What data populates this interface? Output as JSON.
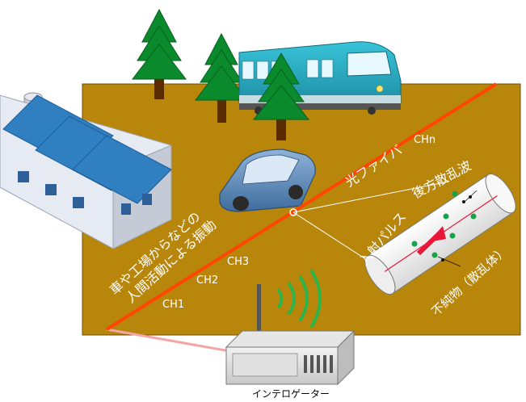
{
  "labels": {
    "fiber": "光ファイバ",
    "backscatter": "後方散乱波",
    "pulse": "入射パルス",
    "impurity": "不純物（散乱体）",
    "vibration_line1": "車や工場からなどの",
    "vibration_line2": "人間活動による振動",
    "interrogator": "インテロゲーター"
  },
  "channels": [
    "CH1",
    "CH2",
    "CH3",
    "CHn"
  ],
  "colors": {
    "ground": "#b8860b",
    "fiber": "#ff4500",
    "tree": "#0a8a2c",
    "train": "#2bb3c8",
    "car": "#5b86b6",
    "factory": "#dde3ee",
    "factory_roof": "#2f7fc1",
    "signal": "#2db34a",
    "pulse_arrow": "#e8173a",
    "particle": "#16a34a"
  },
  "icons": [
    "factory-icon",
    "tree-icon",
    "train-icon",
    "car-icon",
    "interrogator-icon",
    "wifi-signal-icon",
    "fiber-cross-section-icon"
  ]
}
